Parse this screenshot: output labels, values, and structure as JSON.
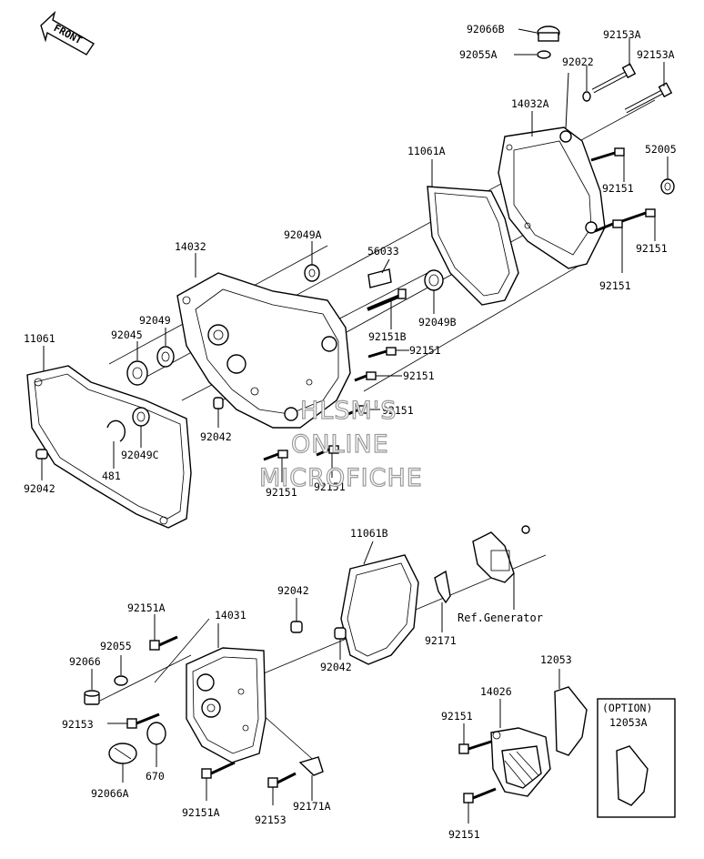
{
  "front_arrow": {
    "text": "FRONT"
  },
  "labels": {
    "p92066B": "92066B",
    "p92055A": "92055A",
    "p92022": "92022",
    "p92153A_1": "92153A",
    "p92153A_2": "92153A",
    "p14032A": "14032A",
    "p11061A": "11061A",
    "p52005": "52005",
    "p92151_r1": "92151",
    "p92151_r2": "92151",
    "p92151_r3": "92151",
    "p92049A": "92049A",
    "p56033": "56033",
    "p14032": "14032",
    "p92049": "92049",
    "p92045": "92045",
    "p11061": "11061",
    "p92151B": "92151B",
    "p92049B": "92049B",
    "p92151_m1": "92151",
    "p92151_m2": "92151",
    "p92151_m3": "92151",
    "p92042_a": "92042",
    "p92049C": "92049C",
    "p481": "481",
    "p92042_b": "92042",
    "p92151_m4": "92151",
    "p92151_m5": "92151",
    "p11061B": "11061B",
    "p92042_c": "92042",
    "p92151A_1": "92151A",
    "p14031": "14031",
    "p92055": "92055",
    "p92066": "92066",
    "p92042_d": "92042",
    "p92171": "92171",
    "ref_generator": "Ref.Generator",
    "p12053": "12053",
    "p14026": "14026",
    "p92151_l1": "92151",
    "p92153": "92153",
    "p670": "670",
    "p92066A": "92066A",
    "p92151A_2": "92151A",
    "p92153_b": "92153",
    "p92171A": "92171A",
    "p92151_l2": "92151",
    "option": "(OPTION)",
    "p12053A": "12053A"
  },
  "watermark": {
    "line1": "HLSM'S",
    "line2": "ONLINE",
    "line3": "MICROFICHE"
  }
}
